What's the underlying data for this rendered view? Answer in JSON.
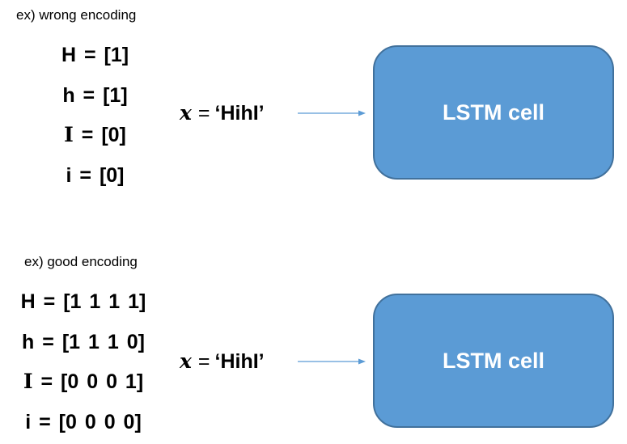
{
  "wrong": {
    "caption": "ex) wrong encoding",
    "lines": [
      {
        "sym": "H",
        "rest": " = [1]"
      },
      {
        "sym": "h",
        "rest": " = [1]"
      },
      {
        "sym": "I",
        "rest": " = [0]"
      },
      {
        "sym": "i",
        "rest": " = [0]"
      }
    ],
    "input": {
      "var": "x",
      "eq": "=",
      "str": "‘HihI’"
    },
    "cell_label": "LSTM cell"
  },
  "good": {
    "caption": "ex) good encoding",
    "lines": [
      {
        "sym": "H",
        "rest": " = [1 1 1 1]"
      },
      {
        "sym": "h",
        "rest": " = [1 1 1 0]"
      },
      {
        "sym": "I",
        "rest": " = [0 0 0 1]"
      },
      {
        "sym": "i",
        "rest": " = [0 0 0 0]"
      }
    ],
    "input": {
      "var": "x",
      "eq": "=",
      "str": "‘HihI’"
    },
    "cell_label": "LSTM cell"
  },
  "colors": {
    "box_fill": "#5b9bd5",
    "box_border": "#41719c",
    "arrow": "#5b9bd5",
    "label": "#ffffff"
  }
}
